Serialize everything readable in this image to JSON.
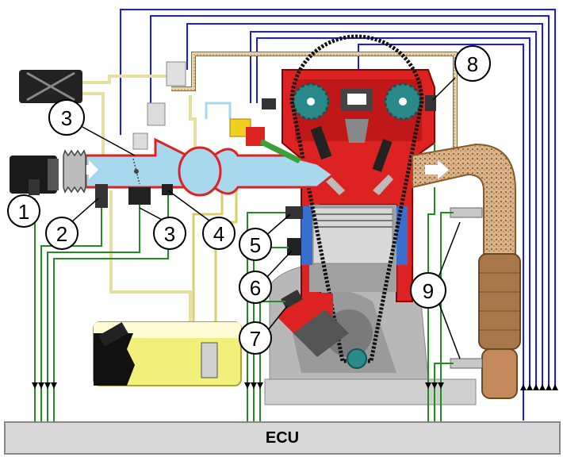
{
  "ecu": {
    "label": "ECU"
  },
  "callouts": [
    {
      "id": "1",
      "label": "1"
    },
    {
      "id": "2",
      "label": "2"
    },
    {
      "id": "3a",
      "label": "3"
    },
    {
      "id": "3b",
      "label": "3"
    },
    {
      "id": "4",
      "label": "4"
    },
    {
      "id": "5",
      "label": "5"
    },
    {
      "id": "6",
      "label": "6"
    },
    {
      "id": "7",
      "label": "7"
    },
    {
      "id": "8",
      "label": "8"
    },
    {
      "id": "9",
      "label": "9"
    }
  ],
  "colors": {
    "signal_wire_to_ecu": "#1f8f1f",
    "control_wire_from_ecu": "#1a1aff",
    "intake_air": "#a8d8ee",
    "intake_wall": "#dd2222",
    "exhaust_pipe": "#a8784a",
    "fuel": "#f0f07a",
    "ecu_box": "#d8d8d8",
    "vapor_line": "#e0c9a0"
  }
}
